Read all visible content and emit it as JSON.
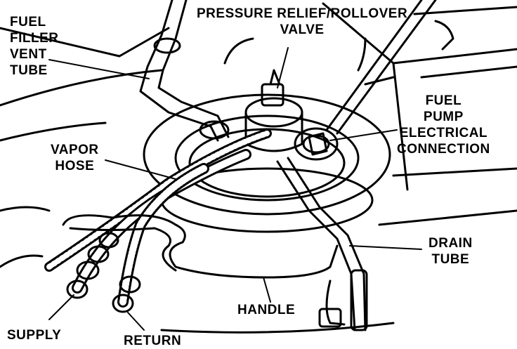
{
  "diagram": {
    "labels": {
      "fuel_filler_vent_tube": [
        "FUEL",
        "FILLER",
        "VENT",
        "TUBE"
      ],
      "pressure_relief_valve": [
        "PRESSURE RELIEF/ROLLOVER",
        "VALVE"
      ],
      "fuel_pump_electrical_connection": [
        "FUEL",
        "PUMP",
        "ELECTRICAL",
        "CONNECTION"
      ],
      "vapor_hose": [
        "VAPOR",
        "HOSE"
      ],
      "drain_tube": [
        "DRAIN",
        "TUBE"
      ],
      "handle": "HANDLE",
      "supply": "SUPPLY",
      "return": "RETURN"
    },
    "colors": {
      "ink": "#000000",
      "paper": "#ffffff"
    }
  }
}
